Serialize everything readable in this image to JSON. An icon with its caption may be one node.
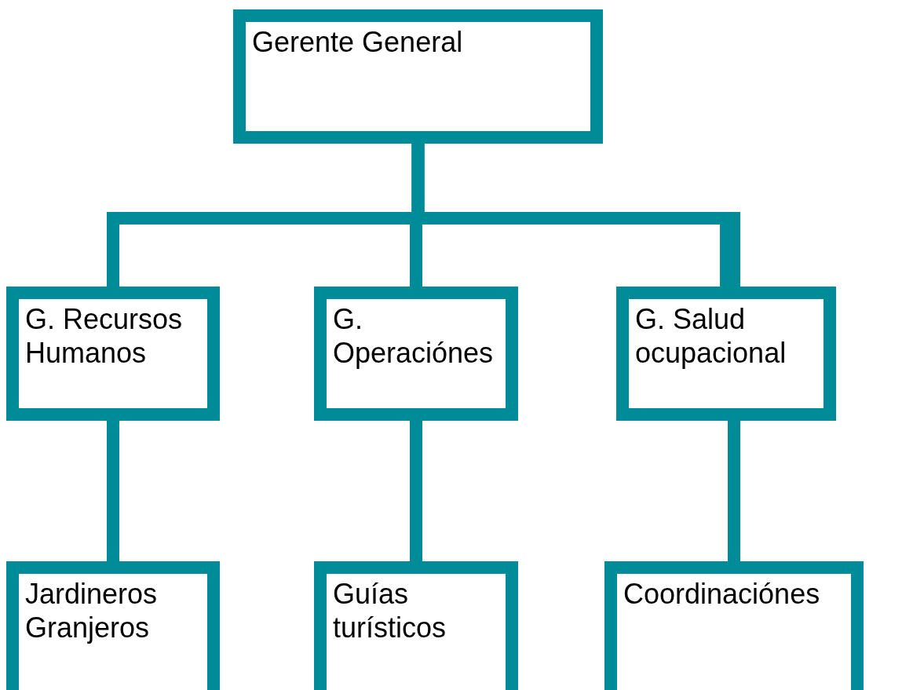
{
  "diagram": {
    "nodes": [
      {
        "text": [
          "Gerente General"
        ]
      },
      {
        "text": [
          "G. Recursos Humanos"
        ]
      },
      {
        "text": [
          "G. Operaciónes"
        ]
      },
      {
        "text": [
          "G. Salud ocupacional"
        ]
      },
      {
        "text": [
          "Jardineros Granjeros"
        ]
      },
      {
        "text": [
          "Guías turísticos"
        ]
      },
      {
        "text": [
          "Coordinaciónes"
        ]
      }
    ],
    "edges": [
      {
        "from": 0,
        "to": 1,
        "arrow": "none"
      },
      {
        "from": 0,
        "to": 2,
        "arrow": "none"
      },
      {
        "from": 0,
        "to": 3,
        "arrow": "none"
      },
      {
        "from": 1,
        "to": 4,
        "arrow": "none"
      },
      {
        "from": 2,
        "to": 5,
        "arrow": "none"
      },
      {
        "from": 3,
        "to": 6,
        "arrow": "none"
      }
    ]
  }
}
